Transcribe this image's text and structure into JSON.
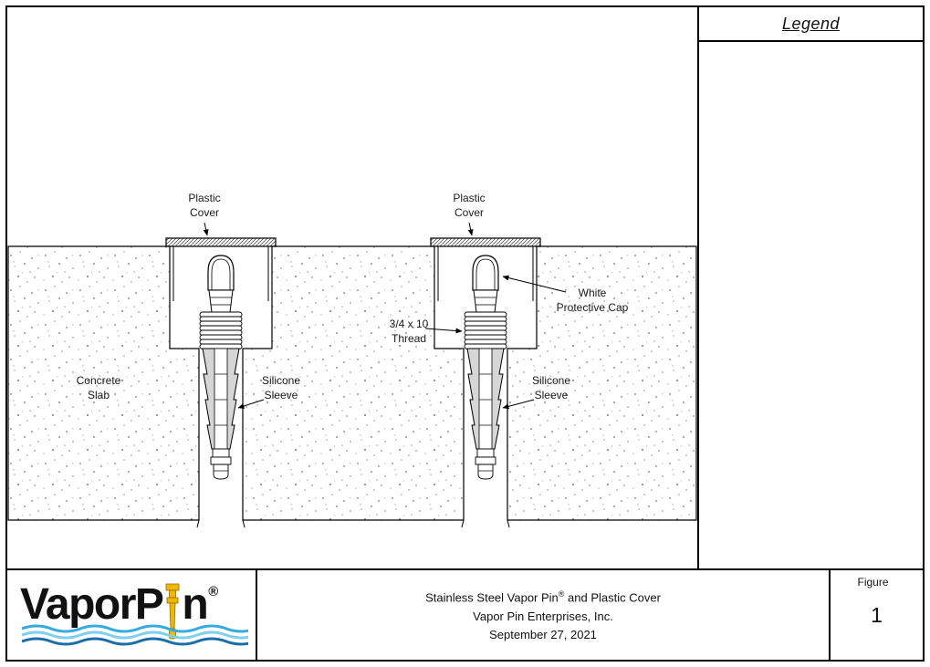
{
  "page": {
    "background": "#ffffff",
    "line_color": "#000000",
    "concrete_speck_color": "#a9a9a9",
    "sleeve_fill": "#d6d6d6"
  },
  "legend": {
    "title": "Legend"
  },
  "drawing": {
    "labels": {
      "plastic_cover_1": "Plastic\nCover",
      "plastic_cover_2": "Plastic\nCover",
      "white_protective_cap": "White\nProtective Cap",
      "thread": "3/4 x 10\nThread",
      "silicone_sleeve_1": "Silicone\nSleeve",
      "silicone_sleeve_2": "Silicone\nSleeve",
      "concrete_slab": "Concrete\nSlab"
    }
  },
  "title_block": {
    "logo": {
      "text_vapor": "Vapor",
      "text_p": "P",
      "text_n": "n",
      "registered": "®",
      "pin_color": "#f2b705",
      "pin_outline": "#8f6e00",
      "wave_colors": [
        "#35aadc",
        "#7fd0ec",
        "#1b6fa8"
      ]
    },
    "title_part1": "Stainless Steel Vapor Pin",
    "title_reg": "®",
    "title_part2": " and Plastic Cover",
    "line2": "Vapor Pin Enterprises, Inc.",
    "line3": "September 27, 2021",
    "figure_label": "Figure",
    "figure_number": "1"
  }
}
